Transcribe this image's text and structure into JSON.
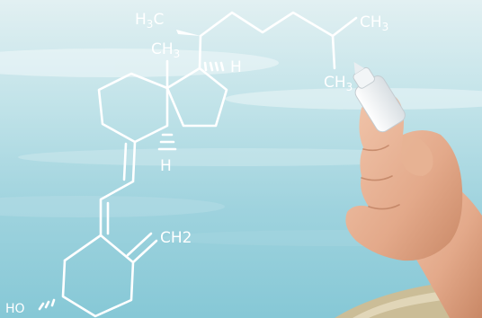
{
  "scene": {
    "subject": "hand drawing a chemical structural formula with a white marker",
    "palette": {
      "sky_light": "#e6f2f4",
      "sky_mid": "#a9d8e2",
      "sky_deep": "#7cc4d2",
      "ink": "#ffffff",
      "skin": "#e9b79a",
      "skin_shadow": "#c98866",
      "sand": "#cbbd97"
    }
  },
  "formula": {
    "labels": {
      "methyl_side": {
        "text": "H",
        "sub": "3",
        "tail": "C"
      },
      "methyl_angular": {
        "text": "CH",
        "sub": "3"
      },
      "methyl_end_right": {
        "text": "CH",
        "sub": "3"
      },
      "methyl_end_lower": {
        "text": "CH",
        "sub": "3"
      },
      "hydrogen_c17": "H",
      "hydrogen_c14": "H",
      "methylene": "CH2",
      "hydroxyl": "HO"
    }
  }
}
